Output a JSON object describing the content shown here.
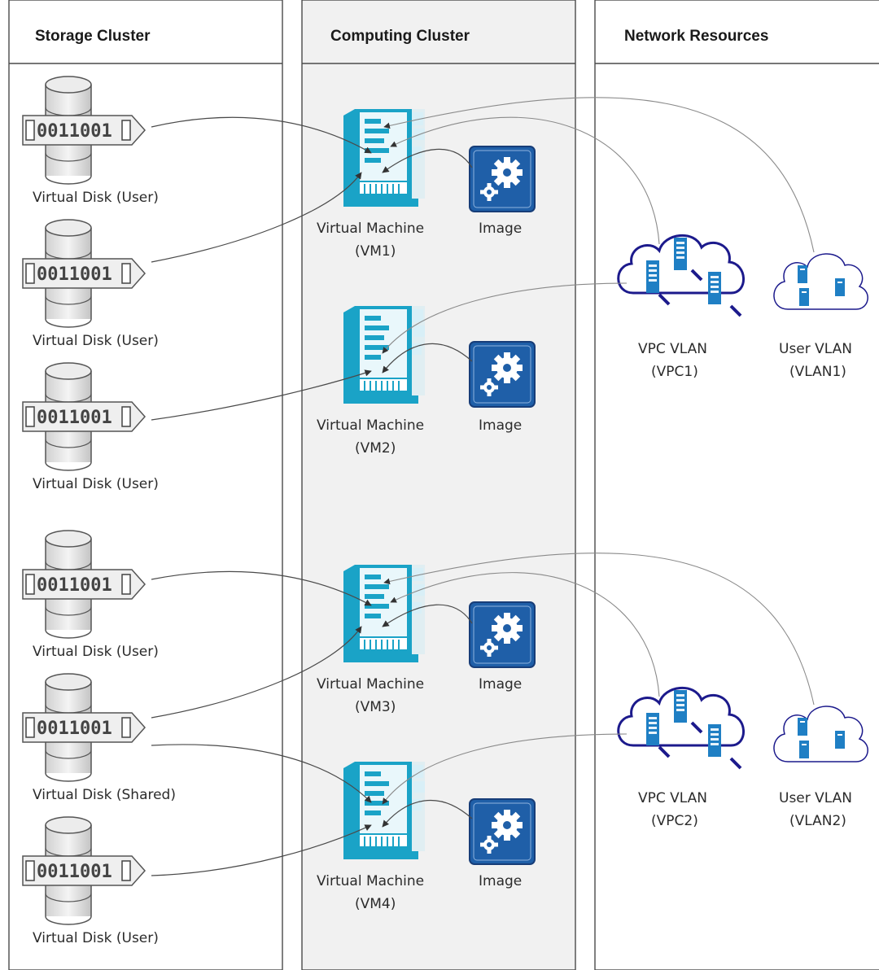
{
  "lanes": {
    "storage": "Storage Cluster",
    "computing": "Computing Cluster",
    "network": "Network Resources"
  },
  "disk_glyph": "0011001",
  "disks": [
    {
      "label": "Virtual Disk (User)"
    },
    {
      "label": "Virtual Disk (User)"
    },
    {
      "label": "Virtual Disk (User)"
    },
    {
      "label": "Virtual Disk (User)"
    },
    {
      "label": "Virtual Disk (Shared)"
    },
    {
      "label": "Virtual Disk (User)"
    }
  ],
  "vms": [
    {
      "line1": "Virtual Machine",
      "line2": "(VM1)"
    },
    {
      "line1": "Virtual Machine",
      "line2": "(VM2)"
    },
    {
      "line1": "Virtual Machine",
      "line2": "(VM3)"
    },
    {
      "line1": "Virtual Machine",
      "line2": "(VM4)"
    }
  ],
  "images": [
    {
      "label": "Image"
    },
    {
      "label": "Image"
    },
    {
      "label": "Image"
    },
    {
      "label": "Image"
    }
  ],
  "vpcs": [
    {
      "line1": "VPC VLAN",
      "line2": "(VPC1)"
    },
    {
      "line1": "VPC VLAN",
      "line2": "(VPC2)"
    }
  ],
  "user_vlans": [
    {
      "line1": "User VLAN",
      "line2": "(VLAN1)"
    },
    {
      "line1": "User VLAN",
      "line2": "(VLAN2)"
    }
  ],
  "colors": {
    "vm": "#1aa3c7",
    "image": "#1f5fa8",
    "cloud": "#1c1a8c",
    "server": "#1f7fc4",
    "lane_bg": "#f1f1f1",
    "disk": "#e6e6e6"
  },
  "icons": {
    "disk": "database-disk-icon",
    "vm": "virtual-machine-icon",
    "image": "gear-image-icon",
    "vpc": "cloud-servers-icon",
    "user_vlan": "cloud-user-icon"
  }
}
